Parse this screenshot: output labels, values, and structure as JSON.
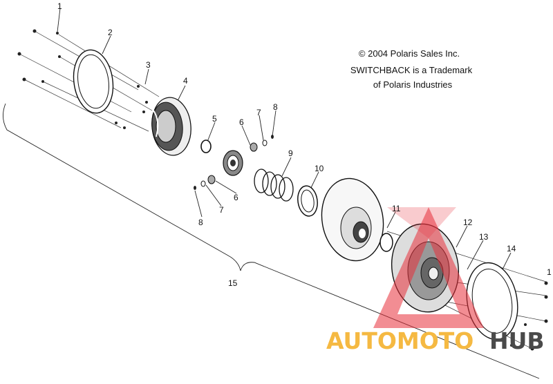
{
  "copyright": {
    "line1": "© 2004 Polaris Sales Inc.",
    "line2": "SWITCHBACK is a Trademark",
    "line3": "of Polaris Industries"
  },
  "callouts": [
    "1",
    "2",
    "3",
    "4",
    "5",
    "6",
    "7",
    "8",
    "9",
    "10",
    "11",
    "12",
    "13",
    "14",
    "15",
    "6",
    "7",
    "8",
    "1"
  ],
  "watermark": {
    "part1": "AUTOMOTO",
    "part2": "HUB",
    "color_part1": "#f5b942",
    "color_part2": "#4a4a4a",
    "triangle_color": "#e8303a"
  }
}
